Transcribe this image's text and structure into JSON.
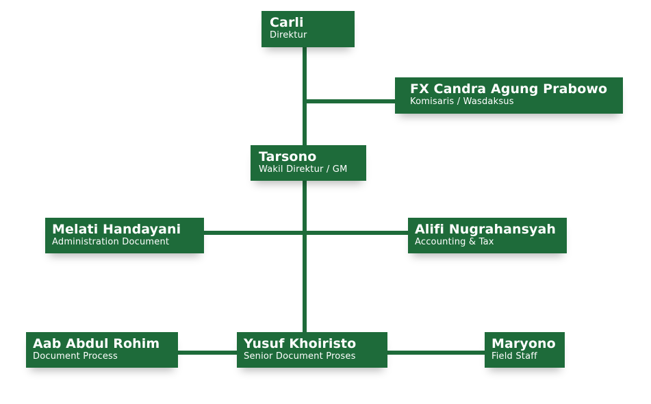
{
  "colors": {
    "box": "#1e6b3a",
    "connector": "#1e6b3a",
    "text": "#ffffff",
    "background": "#ffffff"
  },
  "nodes": {
    "director": {
      "name": "Carli",
      "role": "Direktur"
    },
    "commissioner": {
      "name": "FX Candra Agung Prabowo",
      "role": "Komisaris / Wasdaksus"
    },
    "deputy_director": {
      "name": "Tarsono",
      "role": "Wakil Direktur / GM"
    },
    "administration": {
      "name": "Melati Handayani",
      "role": "Administration Document"
    },
    "accounting": {
      "name": "Alifi Nugrahansyah",
      "role": "Accounting & Tax"
    },
    "senior_process": {
      "name": "Yusuf Khoiristo",
      "role": "Senior Document Proses"
    },
    "document_process": {
      "name": "Aab Abdul Rohim",
      "role": "Document Process"
    },
    "field_staff": {
      "name": "Maryono",
      "role": "Field Staff"
    }
  }
}
